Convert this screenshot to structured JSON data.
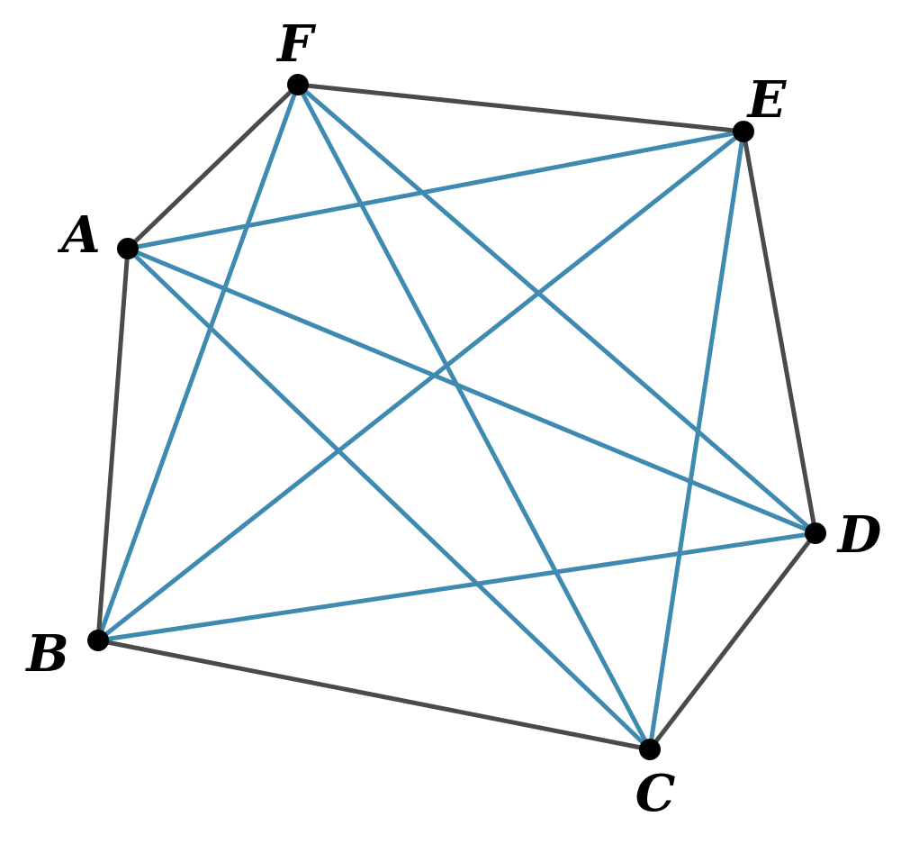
{
  "figure": {
    "vertices": [
      {
        "id": "A",
        "label": "A"
      },
      {
        "id": "B",
        "label": "B"
      },
      {
        "id": "C",
        "label": "C"
      },
      {
        "id": "D",
        "label": "D"
      },
      {
        "id": "E",
        "label": "E"
      },
      {
        "id": "F",
        "label": "F"
      }
    ],
    "outline_edges": [
      [
        "A",
        "B"
      ],
      [
        "B",
        "C"
      ],
      [
        "C",
        "D"
      ],
      [
        "D",
        "E"
      ],
      [
        "E",
        "F"
      ],
      [
        "F",
        "A"
      ]
    ],
    "diagonals": [
      [
        "A",
        "C"
      ],
      [
        "A",
        "D"
      ],
      [
        "A",
        "E"
      ],
      [
        "B",
        "D"
      ],
      [
        "B",
        "E"
      ],
      [
        "B",
        "F"
      ],
      [
        "C",
        "E"
      ],
      [
        "C",
        "F"
      ],
      [
        "D",
        "F"
      ]
    ],
    "colors": {
      "outline": "#4a4a4a",
      "diagonal": "#3f8ab0",
      "vertex": "#000000",
      "label": "#000000"
    }
  }
}
